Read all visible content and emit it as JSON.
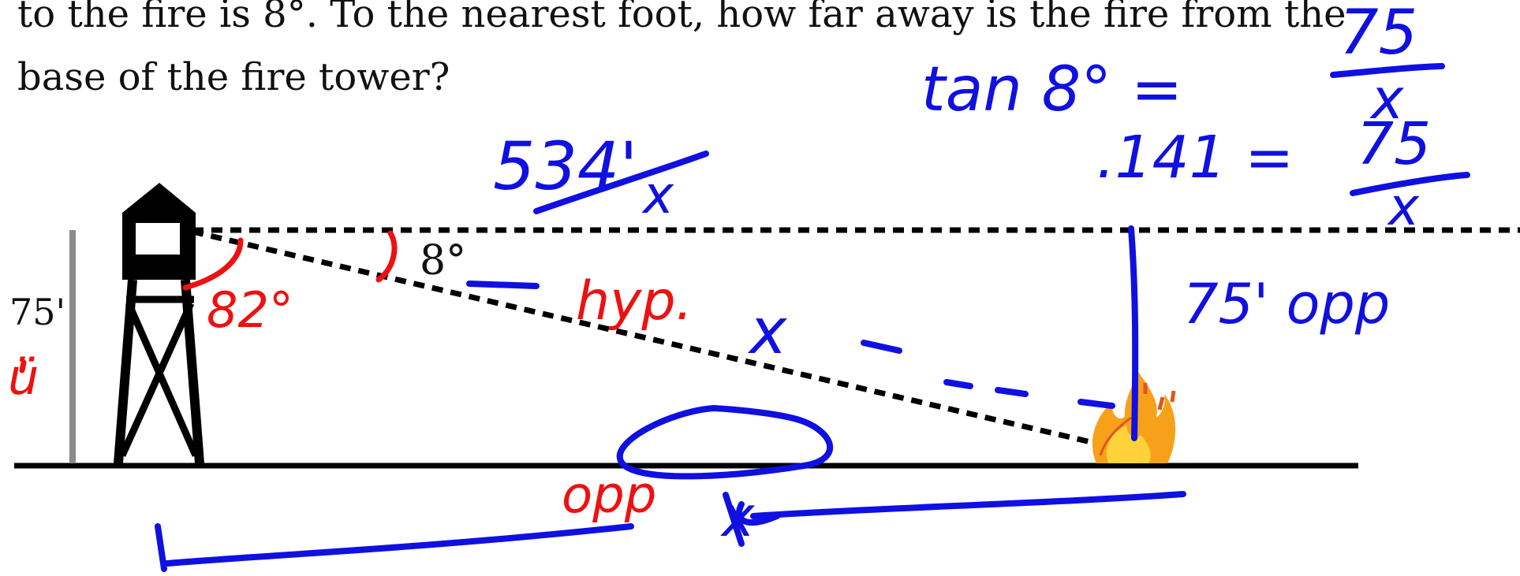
{
  "problem": {
    "line1": "to the fire is 8°. To the nearest foot, how far away is the fire from the",
    "line2": "base of the fire tower?"
  },
  "diagram": {
    "height_label": "75'",
    "angle_label": "8°",
    "fire_icon": "fire-icon",
    "tower_icon": "watchtower-icon"
  },
  "annotations": {
    "tan_eq": "tan 8° =",
    "tan_num": "75",
    "tan_den": "x",
    "val": ".141 =",
    "val_num": "75",
    "val_den": "x",
    "answer_num": "534'",
    "answer_den": "x",
    "opp_label": "75' opp",
    "angle_82": "82°",
    "hyp": "hyp.",
    "x_hyp": "x",
    "opp_circled": "opp",
    "x_bottom": "x",
    "left_mark": "ü"
  },
  "colors": {
    "ink_blue": "#1010e0",
    "ink_red": "#ee1111",
    "line_black": "#000000",
    "pole_gray": "#8a8a8a"
  }
}
